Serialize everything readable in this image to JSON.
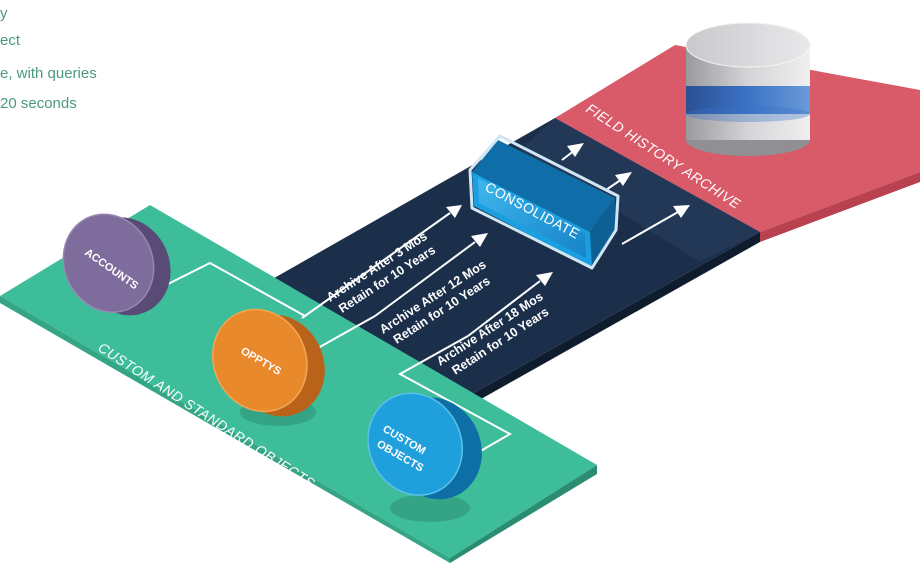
{
  "notes": [
    "y",
    "ect",
    "e, with queries",
    "20 seconds"
  ],
  "diagram": {
    "source_platform_label": "CUSTOM AND STANDARD OBJECTS",
    "archive_band_label": "FIELD HISTORY ARCHIVE",
    "consolidate_label": "CONSOLIDATE",
    "objects": [
      {
        "name": "accounts",
        "label": "ACCOUNTS",
        "color": "#7e6c9c"
      },
      {
        "name": "opptys",
        "label": "OPPTYS",
        "color": "#e8892b"
      },
      {
        "name": "custom-objects",
        "label_line1": "CUSTOM",
        "label_line2": "OBJECTS",
        "color": "#1fa0dc"
      }
    ],
    "policies": [
      {
        "line1": "Archive After 3 Mos",
        "line2": "Retain for 10 Years"
      },
      {
        "line1": "Archive After 12 Mos",
        "line2": "Retain for 10 Years"
      },
      {
        "line1": "Archive After 18 Mos",
        "line2": "Retain for 10 Years"
      }
    ],
    "colors": {
      "platform": "#3dbd9a",
      "archive_band": "#1c2f4a",
      "field_history_band": "#d95a68",
      "consolidate": "#1c9fe0",
      "database": "#3b73c6"
    }
  }
}
